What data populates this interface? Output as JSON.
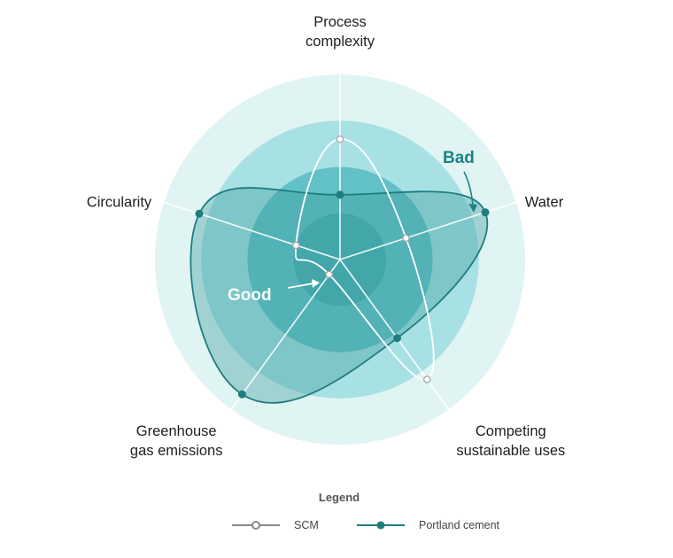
{
  "chart_data": {
    "type": "radar",
    "title": "",
    "axes": [
      {
        "name": "process-complexity",
        "lines": [
          "Process",
          "complexity"
        ]
      },
      {
        "name": "water",
        "lines": [
          "Water"
        ]
      },
      {
        "name": "competing-sustainable-uses",
        "lines": [
          "Competing",
          "sustainable uses"
        ]
      },
      {
        "name": "greenhouse-gas-emissions",
        "lines": [
          "Greenhouse",
          "gas emissions"
        ]
      },
      {
        "name": "circularity",
        "lines": [
          "Circularity"
        ]
      }
    ],
    "rings": 4,
    "range": [
      0,
      4
    ],
    "series": [
      {
        "name": "SCM",
        "values": [
          2.6,
          1.5,
          3.2,
          0.4,
          1.0
        ]
      },
      {
        "name": "Portland cement",
        "values": [
          1.4,
          3.3,
          2.1,
          3.6,
          3.2
        ]
      }
    ],
    "annotations": {
      "bad": "Bad",
      "good": "Good"
    },
    "legend": {
      "title": "Legend",
      "items": [
        {
          "label": "SCM"
        },
        {
          "label": "Portland cement"
        }
      ]
    },
    "colors": {
      "ring1": "#e0f4f4",
      "ring2": "#a8e1e4",
      "ring3": "#62c1c6",
      "ring4": "#4aaeb3",
      "portland": "#1f7d7f",
      "portland_fill": "#3a9a9c",
      "scm": "#ffffff",
      "scm_legend": "#8a8a8a",
      "spoke": "#ffffff",
      "bad": "#1f8285",
      "good": "#f2fbfb"
    }
  }
}
